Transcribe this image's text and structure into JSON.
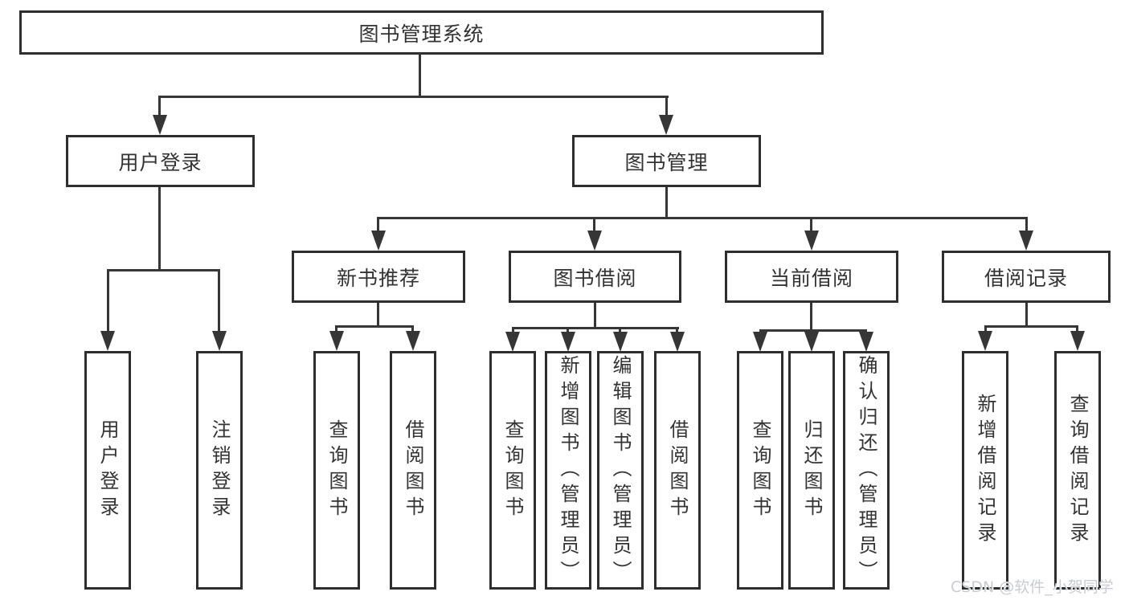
{
  "colors": {
    "line": "#363636",
    "border": "#2e2e2e",
    "text": "#333333",
    "watermark": "#c9ccd0",
    "bg": "#ffffff"
  },
  "root": {
    "label": "图书管理系统"
  },
  "level2": [
    {
      "label": "用户登录"
    },
    {
      "label": "图书管理"
    }
  ],
  "level3": [
    {
      "label": "新书推荐"
    },
    {
      "label": "图书借阅"
    },
    {
      "label": "当前借阅"
    },
    {
      "label": "借阅记录"
    }
  ],
  "leaves": {
    "user": [
      "用户登录",
      "注销登录"
    ],
    "newbook": [
      "查询图书",
      "借阅图书"
    ],
    "borrow": [
      "查询图书",
      "新增图书（管理员）",
      "编辑图书（管理员）",
      "借阅图书"
    ],
    "current": [
      "查询图书",
      "归还图书",
      "确认归还（管理员）"
    ],
    "record": [
      "新增借阅记录",
      "查询借阅记录"
    ]
  },
  "watermark": {
    "text": "CSDN @软件_小贺同学"
  }
}
